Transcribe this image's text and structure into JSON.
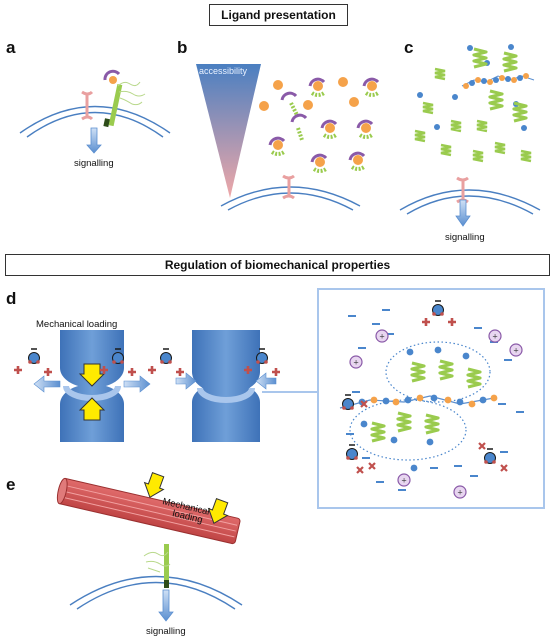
{
  "headers": {
    "ligand": "Ligand presentation",
    "biomech": "Regulation of biomechanical properties"
  },
  "panels": {
    "a": "a",
    "b": "b",
    "c": "c",
    "d": "d",
    "e": "e"
  },
  "labels": {
    "signalling_a": "signalling",
    "signalling_c": "signalling",
    "signalling_e": "signalling",
    "accessibility": "accessibility",
    "mechanical_loading_d": "Mechanical loading",
    "mechanical_loading_e1": "Mechanical",
    "mechanical_loading_e2": "loading"
  },
  "colors": {
    "membrane": "#4a7fc1",
    "receptor": "#e9a0a0",
    "gag_green": "#9acb4e",
    "orange": "#f5a24a",
    "purple": "#8a5aa8",
    "bone_blue": "#5b8fd0",
    "cation_red": "#c0504d",
    "arrow_yellow": "#ffea00"
  }
}
